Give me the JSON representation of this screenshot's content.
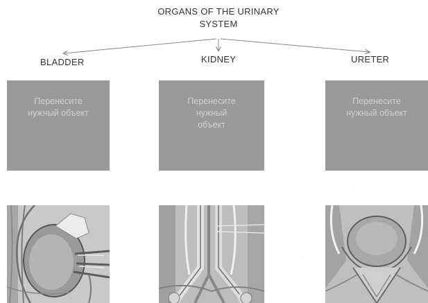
{
  "title": {
    "line1": "ORGANS OF THE URINARY",
    "line2": "SYSTEM"
  },
  "categories": [
    "BLADDER",
    "KIDNEY",
    "URETER"
  ],
  "drop_zones": [
    {
      "line1": "Перенесите",
      "line2": "нужный объект",
      "line3": ""
    },
    {
      "line1": "Перенесите",
      "line2": "нужный",
      "line3": "объект"
    },
    {
      "line1": "Перенесите",
      "line2": "нужный объект",
      "line3": ""
    }
  ],
  "images": [
    "kidney-anatomy",
    "ureters-anatomy",
    "bladder-anatomy"
  ],
  "colors": {
    "drop_zone": "#999999",
    "drop_text": "#d0d0d0",
    "text": "#333333"
  }
}
